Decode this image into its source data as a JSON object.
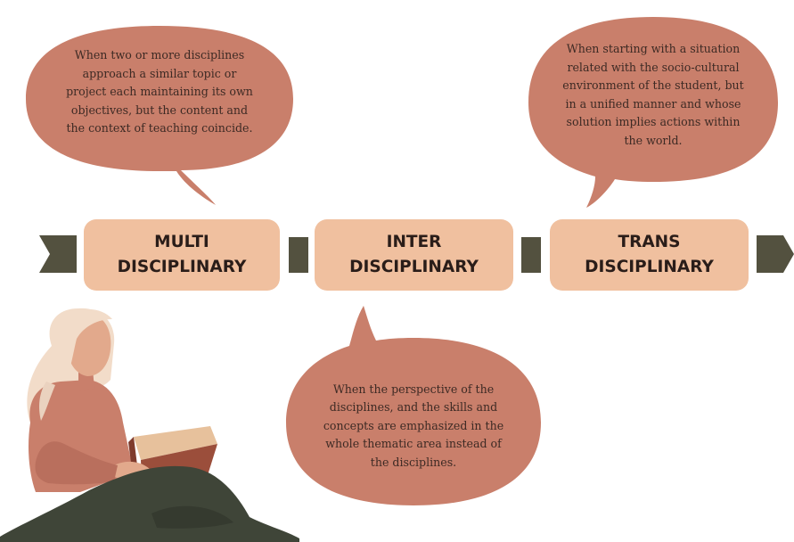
{
  "stages": [
    {
      "label": "MULTI\nDISCIPLINARY"
    },
    {
      "label": "INTER\nDISCIPLINARY"
    },
    {
      "label": "TRANS\nDISCIPLINARY"
    }
  ],
  "bubbles": {
    "multi": "When two or more disciplines\napproach a similar topic or\nproject each maintaining its own\nobjectives, but the content and\nthe context of teaching coincide.",
    "trans": "When starting with a situation\nrelated with the socio-cultural\nenvironment of the student, but\nin a unified manner and whose\nsolution implies actions within\nthe world.",
    "inter": "When the perspective of the\ndisciplines, and the skills and\nconcepts are emphasized in the\nwhole thematic area instead of\nthe disciplines."
  },
  "colors": {
    "bubble": "#c97f6b",
    "stage": "#f0c09f",
    "connector": "#53513f"
  },
  "icons": {
    "arrow_left": "chevron-arrow-left",
    "arrow_right": "chevron-arrow-right",
    "reader": "woman-reading-book-illustration"
  }
}
